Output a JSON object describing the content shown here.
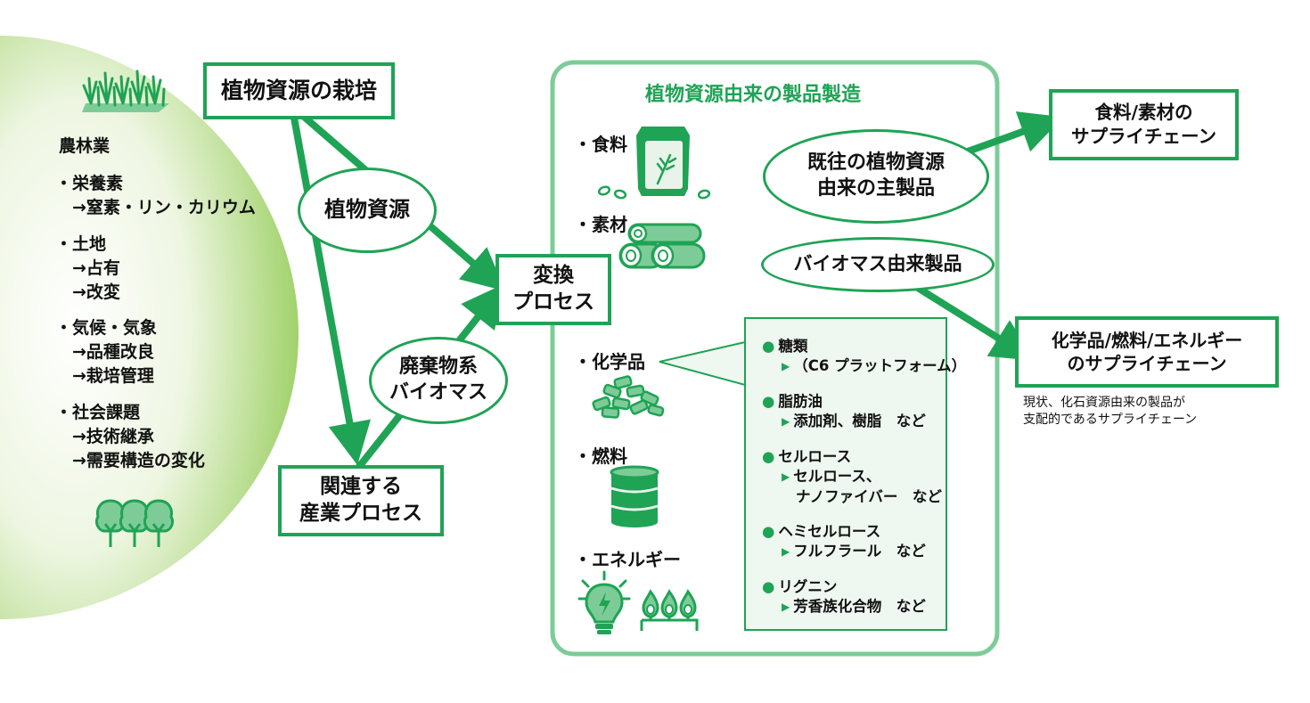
{
  "cultivation": "植物資源の栽培",
  "industrial_process": [
    "関連する",
    "産業プロセス"
  ],
  "plant_resource_oval": "植物資源",
  "waste_biomass_oval": [
    "廃棄物系",
    "バイオマス"
  ],
  "conversion": [
    "変換",
    "プロセス"
  ],
  "left_panel": {
    "heading": "農林業",
    "lines": [
      "・栄養素",
      "　→窒素・リン・カリウム",
      "・土地",
      "　→占有",
      "　→改変",
      "・気候・気象",
      "　→品種改良",
      "　→栽培管理",
      "・社会課題",
      "　→技術継承",
      "　→需要構造の変化"
    ]
  },
  "manufacturing": {
    "title": "植物資源由来の製品製造",
    "categories": [
      "・食料",
      "・素材",
      "・化学品",
      "・燃料",
      "・エネルギー"
    ]
  },
  "chemicals": [
    {
      "name": "糖類",
      "detail": [
        "（C6 プラットフォーム）"
      ]
    },
    {
      "name": "脂肪油",
      "detail": [
        "添加剤、樹脂　など"
      ]
    },
    {
      "name": "セルロース",
      "detail": [
        "セルロース、",
        "ナノファイバー　など"
      ]
    },
    {
      "name": "ヘミセルロース",
      "detail": [
        "フルフラール　など"
      ]
    },
    {
      "name": "リグニン",
      "detail": [
        "芳香族化合物　など"
      ]
    }
  ],
  "existing_products_oval": [
    "既往の植物資源",
    "由来の主製品"
  ],
  "biomass_products_oval": "バイオマス由来製品",
  "food_supply_chain": [
    "食料/素材の",
    "サプライチェーン"
  ],
  "chem_supply_chain": [
    "化学品/燃料/エネルギー",
    "のサプライチェーン"
  ],
  "note": [
    "現状、化石資源由来の製品が",
    "支配的であるサプライチェーン"
  ],
  "colors": {
    "accent": "#1fa355",
    "panel_border": "#7dcc98",
    "chem_bg": "#eef7f0"
  },
  "icons": [
    "grass-icon",
    "trees-icon",
    "food-bag-icon",
    "logs-icon",
    "pellets-icon",
    "barrel-icon",
    "lightbulb-icon",
    "gas-burner-icon"
  ]
}
